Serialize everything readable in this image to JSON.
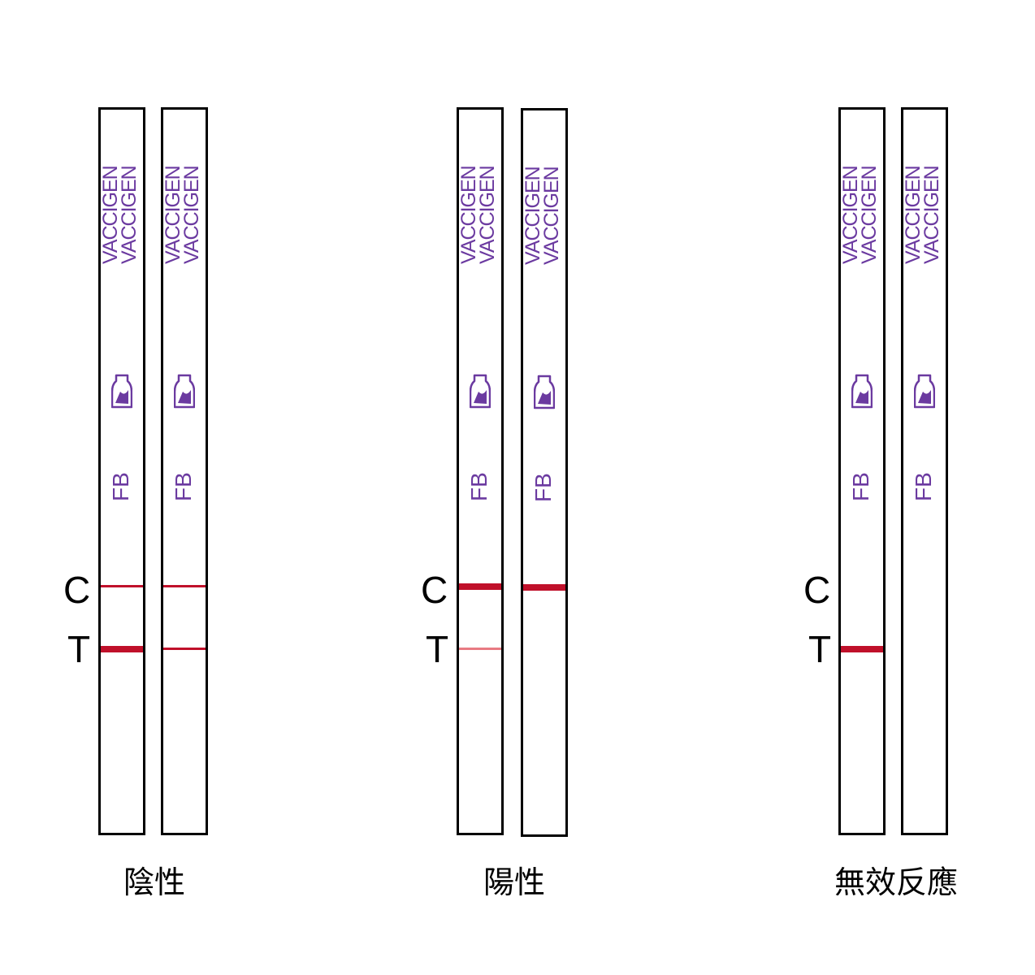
{
  "strip_text": {
    "brand_line_1": "VACCIGEN",
    "brand_line_2": "VACCIGEN",
    "code": "FB",
    "icon": "bottle-icon"
  },
  "markers": {
    "c": "C",
    "t": "T"
  },
  "colors": {
    "text_purple": "#6b3aa0",
    "line_red": "#c0102a",
    "faint_line_red": "#e87a82",
    "border": "#000000"
  },
  "groups": [
    {
      "caption": "陰性",
      "strips": [
        {
          "control_line": "thin",
          "test_line": "thick"
        },
        {
          "control_line": "thin",
          "test_line": "thin"
        }
      ]
    },
    {
      "caption": "陽性",
      "strips": [
        {
          "control_line": "thick",
          "test_line": "faint"
        },
        {
          "control_line": "thick",
          "test_line": "none"
        }
      ]
    },
    {
      "caption": "無效反應",
      "strips": [
        {
          "control_line": "none",
          "test_line": "thick"
        },
        {
          "control_line": "none",
          "test_line": "none"
        }
      ]
    }
  ]
}
